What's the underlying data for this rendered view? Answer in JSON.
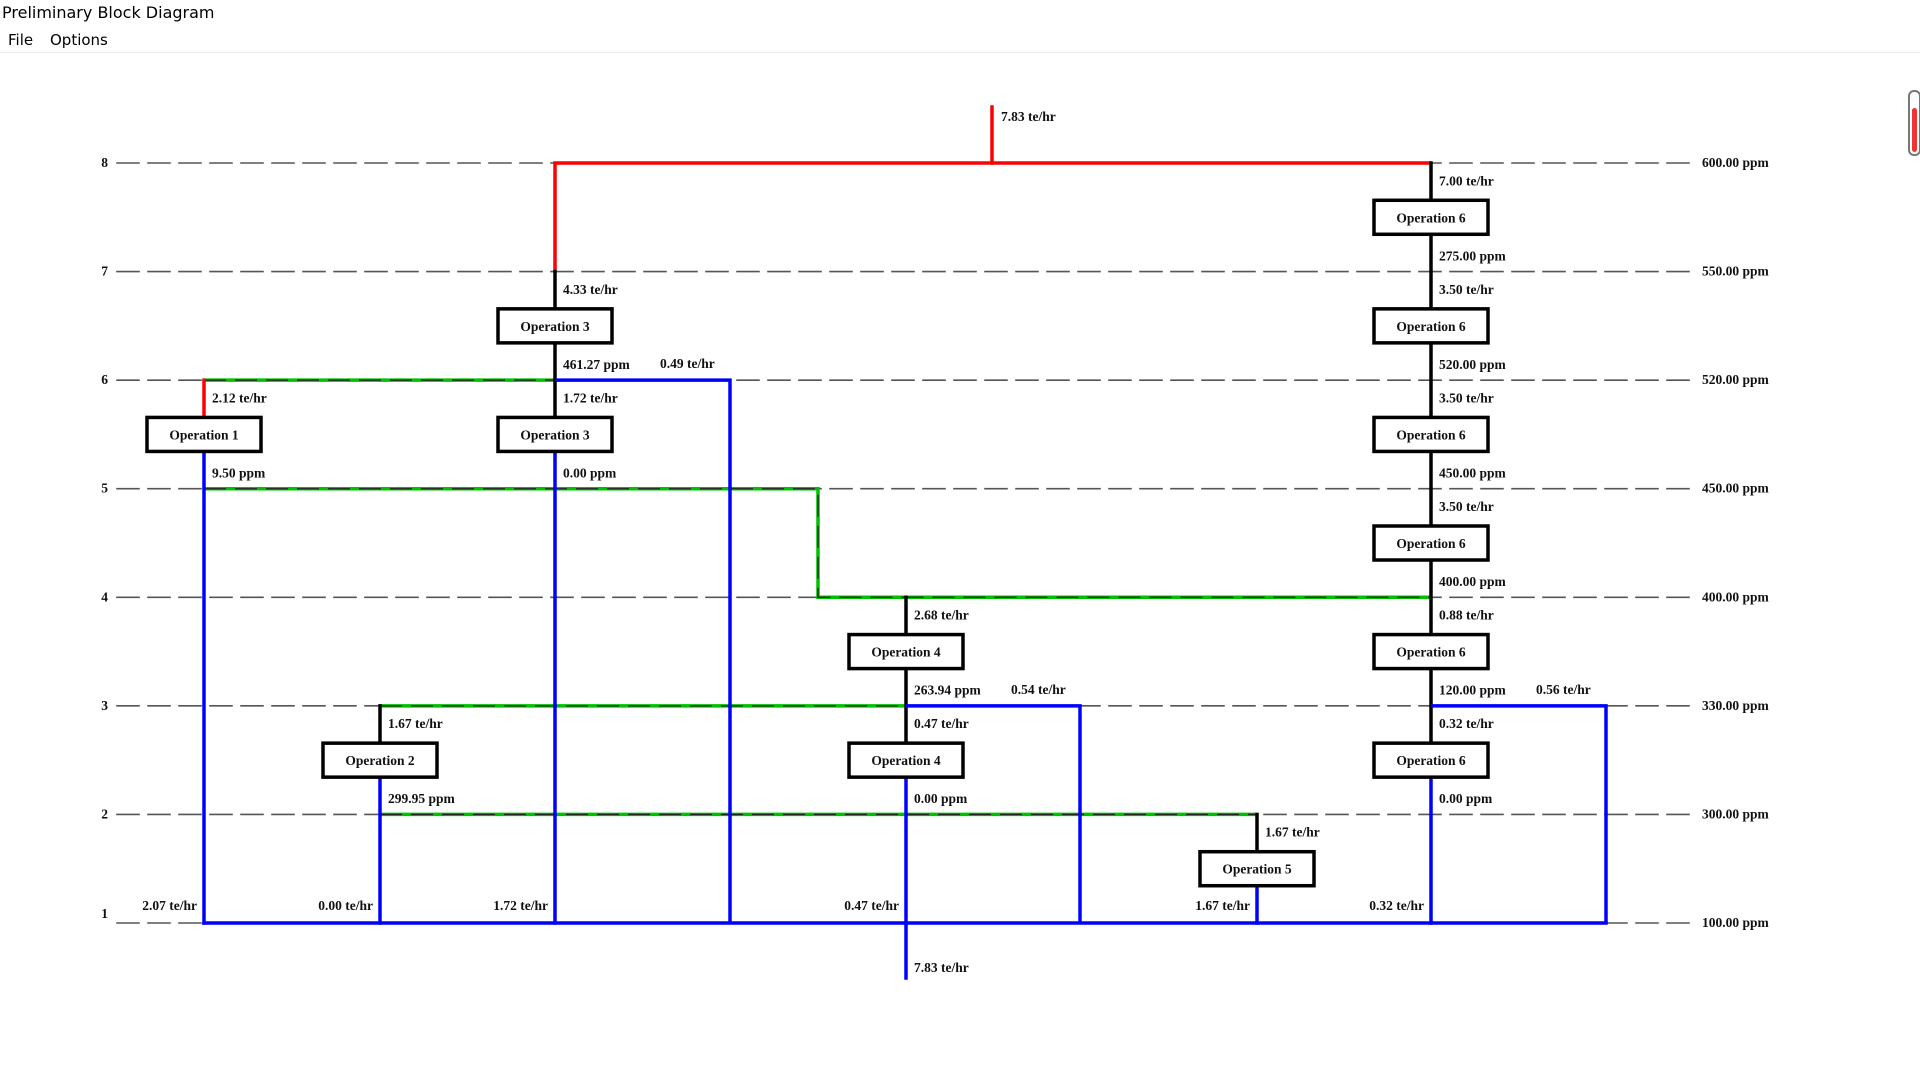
{
  "window": {
    "title": "Preliminary Block Diagram"
  },
  "menu": [
    {
      "label": "File"
    },
    {
      "label": "Options"
    }
  ],
  "colors": {
    "fresh": "#ff0000",
    "internal": "#000000",
    "reuse": "#00c000",
    "waste": "#0000ff",
    "gridline": "#555555"
  },
  "levels": [
    {
      "index": "1",
      "concentration": "100.00 ppm"
    },
    {
      "index": "2",
      "concentration": "300.00 ppm"
    },
    {
      "index": "3",
      "concentration": "330.00 ppm"
    },
    {
      "index": "4",
      "concentration": "400.00 ppm"
    },
    {
      "index": "5",
      "concentration": "450.00 ppm"
    },
    {
      "index": "6",
      "concentration": "520.00 ppm"
    },
    {
      "index": "7",
      "concentration": "550.00 ppm"
    },
    {
      "index": "8",
      "concentration": "600.00 ppm"
    }
  ],
  "operations": [
    {
      "name": "Operation 1",
      "level": 5.5,
      "inlet_flow": "2.12 te/hr",
      "outlet_conc": "9.50 ppm"
    },
    {
      "name": "Operation 2",
      "level": 2.5,
      "inlet_flow": "1.67 te/hr",
      "outlet_conc": "299.95 ppm"
    },
    {
      "name": "Operation 3",
      "level": 6.5,
      "inlet_flow": "4.33 te/hr",
      "outlet_conc": "461.27 ppm"
    },
    {
      "name": "Operation 3",
      "level": 5.5,
      "inlet_flow": "1.72 te/hr",
      "outlet_conc": "0.00 ppm"
    },
    {
      "name": "Operation 4",
      "level": 3.5,
      "inlet_flow": "2.68 te/hr",
      "outlet_conc": "263.94 ppm"
    },
    {
      "name": "Operation 4",
      "level": 2.5,
      "inlet_flow": "0.47 te/hr",
      "outlet_conc": "0.00 ppm"
    },
    {
      "name": "Operation 5",
      "level": 1.5,
      "inlet_flow": "1.67 te/hr",
      "outlet_conc": ""
    },
    {
      "name": "Operation 6",
      "level": 7.5,
      "inlet_flow": "7.00 te/hr",
      "outlet_conc": "275.00 ppm"
    },
    {
      "name": "Operation 6",
      "level": 6.5,
      "inlet_flow": "3.50 te/hr",
      "outlet_conc": "520.00 ppm"
    },
    {
      "name": "Operation 6",
      "level": 5.5,
      "inlet_flow": "3.50 te/hr",
      "outlet_conc": "450.00 ppm"
    },
    {
      "name": "Operation 6",
      "level": 4.5,
      "inlet_flow": "3.50 te/hr",
      "outlet_conc": "400.00 ppm"
    },
    {
      "name": "Operation 6",
      "level": 3.5,
      "inlet_flow": "0.88 te/hr",
      "outlet_conc": "120.00 ppm"
    },
    {
      "name": "Operation 6",
      "level": 2.5,
      "inlet_flow": "0.32 te/hr",
      "outlet_conc": "0.00 ppm"
    }
  ],
  "branch_flows": {
    "op3_bypass": "0.49 te/hr",
    "op4_bypass": "0.54 te/hr",
    "op6_bypass": "0.56 te/hr"
  },
  "freshwater": {
    "total": "7.83 te/hr"
  },
  "wastewater": {
    "total": "7.83 te/hr",
    "streams": [
      "2.07 te/hr",
      "0.00 te/hr",
      "1.72 te/hr",
      "0.47 te/hr",
      "1.67 te/hr",
      "0.32 te/hr"
    ]
  }
}
